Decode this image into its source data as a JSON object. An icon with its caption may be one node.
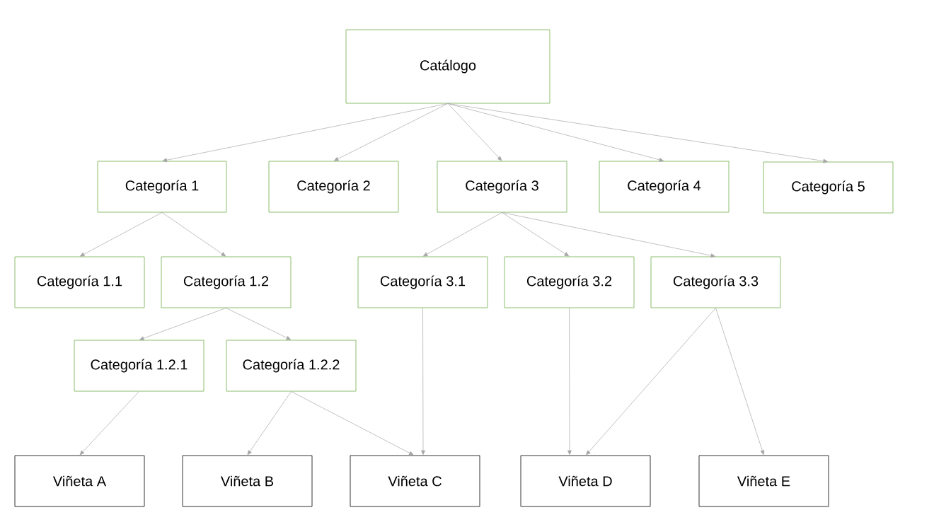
{
  "diagram": {
    "nodes": [
      {
        "text": [
          "Catálogo"
        ]
      },
      {
        "text": [
          "Categoría 1"
        ]
      },
      {
        "text": [
          "Categoría 2"
        ]
      },
      {
        "text": [
          "Categoría 3"
        ]
      },
      {
        "text": [
          "Categoría 4"
        ]
      },
      {
        "text": [
          "Categoría 5"
        ]
      },
      {
        "text": [
          "Categoría 1.1"
        ]
      },
      {
        "text": [
          "Categoría 1.2"
        ]
      },
      {
        "text": [
          "Categoría 3.1"
        ]
      },
      {
        "text": [
          "Categoría 3.2"
        ]
      },
      {
        "text": [
          "Categoría 3.3"
        ]
      },
      {
        "text": [
          "Categoría 1.2.1"
        ]
      },
      {
        "text": [
          "Categoría 1.2.2"
        ]
      },
      {
        "text": [
          "Viñeta A"
        ]
      },
      {
        "text": [
          "Viñeta B"
        ]
      },
      {
        "text": [
          "Viñeta C"
        ]
      },
      {
        "text": [
          "Viñeta D"
        ]
      },
      {
        "text": [
          "Viñeta E"
        ]
      }
    ],
    "edges": [
      {
        "from": 0,
        "to": 1,
        "arrow": "to"
      },
      {
        "from": 0,
        "to": 2,
        "arrow": "to"
      },
      {
        "from": 0,
        "to": 3,
        "arrow": "to"
      },
      {
        "from": 0,
        "to": 4,
        "arrow": "to"
      },
      {
        "from": 0,
        "to": 5,
        "arrow": "to"
      },
      {
        "from": 1,
        "to": 6,
        "arrow": "to"
      },
      {
        "from": 1,
        "to": 7,
        "arrow": "to"
      },
      {
        "from": 3,
        "to": 8,
        "arrow": "to"
      },
      {
        "from": 3,
        "to": 9,
        "arrow": "to"
      },
      {
        "from": 3,
        "to": 10,
        "arrow": "to"
      },
      {
        "from": 7,
        "to": 11,
        "arrow": "to"
      },
      {
        "from": 7,
        "to": 12,
        "arrow": "to"
      },
      {
        "from": 11,
        "to": 13,
        "arrow": "to"
      },
      {
        "from": 12,
        "to": 14,
        "arrow": "to"
      },
      {
        "from": 12,
        "to": 15,
        "arrow": "to"
      },
      {
        "from": 8,
        "to": 15,
        "arrow": "to"
      },
      {
        "from": 9,
        "to": 16,
        "arrow": "to"
      },
      {
        "from": 10,
        "to": 16,
        "arrow": "to"
      },
      {
        "from": 10,
        "to": 17,
        "arrow": "to"
      }
    ]
  }
}
